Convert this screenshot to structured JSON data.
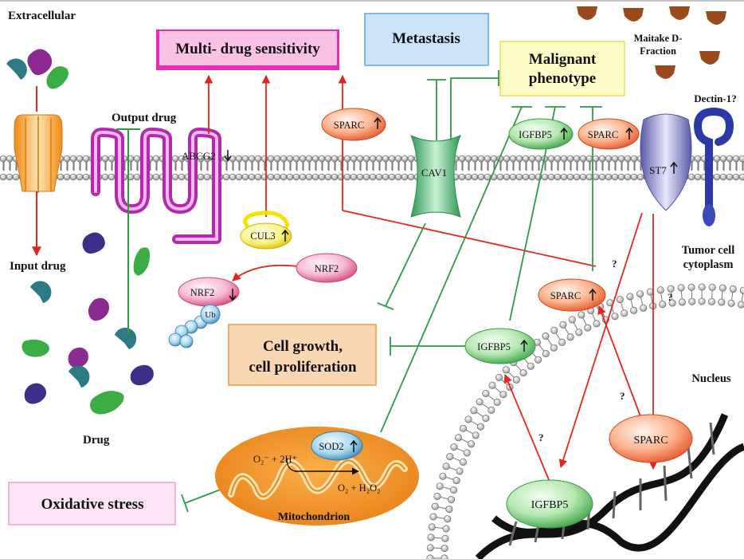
{
  "labels": {
    "extracellular": "Extracellular",
    "multi_drug": "Multi- drug sensitivity",
    "metastasis": "Metastasis",
    "malignant_1": "Malignant",
    "malignant_2": "phenotype",
    "maitake_1": "Maitake D-",
    "maitake_2": "Fraction",
    "dectin": "Dectin-1?",
    "output_drug": "Output drug",
    "input_drug": "Input drug",
    "drug": "Drug",
    "tumor_1": "Tumor cell",
    "tumor_2": "cytoplasm",
    "nucleus": "Nucleus",
    "cell_growth_1": "Cell growth,",
    "cell_growth_2": "cell proliferation",
    "oxidative": "Oxidative stress",
    "mitochondrion": "Mitochondrion",
    "question": "?"
  },
  "proteins": {
    "abcg2": "ABCG2",
    "sparc": "SPARC",
    "cav1": "CAV1",
    "igfbp5": "IGFBP5",
    "st7": "ST7",
    "cul3": "CUL3",
    "nrf2": "NRF2",
    "ub": "Ub",
    "sod2": "SOD2"
  },
  "reaction": {
    "left": "O₂⁻ + 2H⁺",
    "right": "O₂ + H₂O₂"
  },
  "colors": {
    "activation": "#e52421",
    "inhibition": "#2e9a48",
    "multi_drug_box": "#f9c1e3",
    "metastasis_box": "#cde3f7",
    "malignant_box": "#fdfbc6",
    "growth_box": "#fad7b3",
    "oxidative_box": "#fce4f4",
    "mitochondrion": "#f2961f",
    "mushroom": "#9a4a1c"
  }
}
